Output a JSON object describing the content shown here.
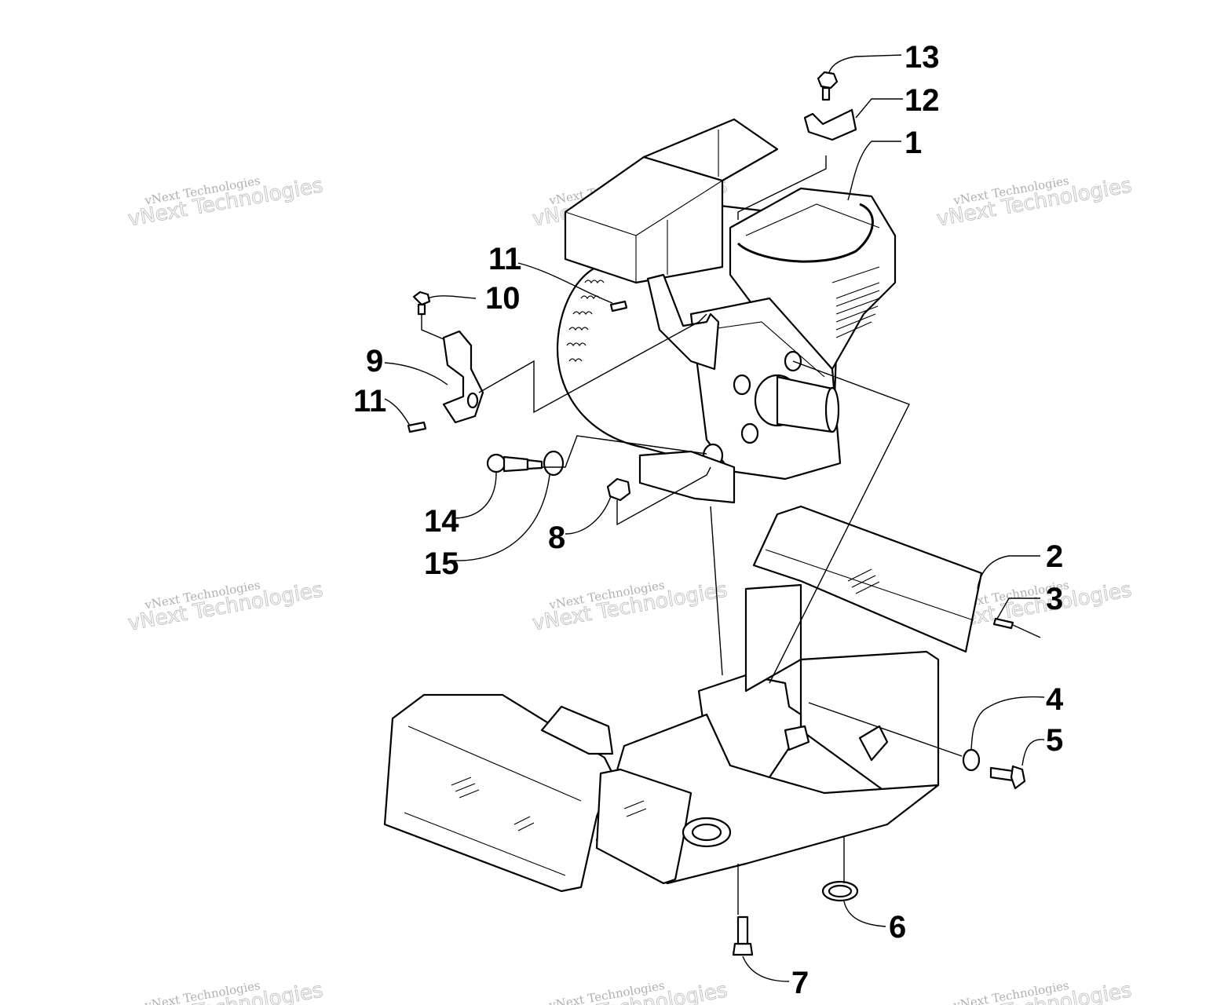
{
  "callouts": [
    {
      "id": "c13",
      "label": "13"
    },
    {
      "id": "c12",
      "label": "12"
    },
    {
      "id": "c1",
      "label": "1"
    },
    {
      "id": "c11a",
      "label": "11"
    },
    {
      "id": "c10",
      "label": "10"
    },
    {
      "id": "c9",
      "label": "9"
    },
    {
      "id": "c11b",
      "label": "11"
    },
    {
      "id": "c14",
      "label": "14"
    },
    {
      "id": "c15",
      "label": "15"
    },
    {
      "id": "c8",
      "label": "8"
    },
    {
      "id": "c2",
      "label": "2"
    },
    {
      "id": "c3",
      "label": "3"
    },
    {
      "id": "c4",
      "label": "4"
    },
    {
      "id": "c5",
      "label": "5"
    },
    {
      "id": "c6",
      "label": "6"
    },
    {
      "id": "c7",
      "label": "7"
    }
  ],
  "watermark": {
    "line1": "vNext Technologies",
    "line2": "vNext Technologies"
  }
}
